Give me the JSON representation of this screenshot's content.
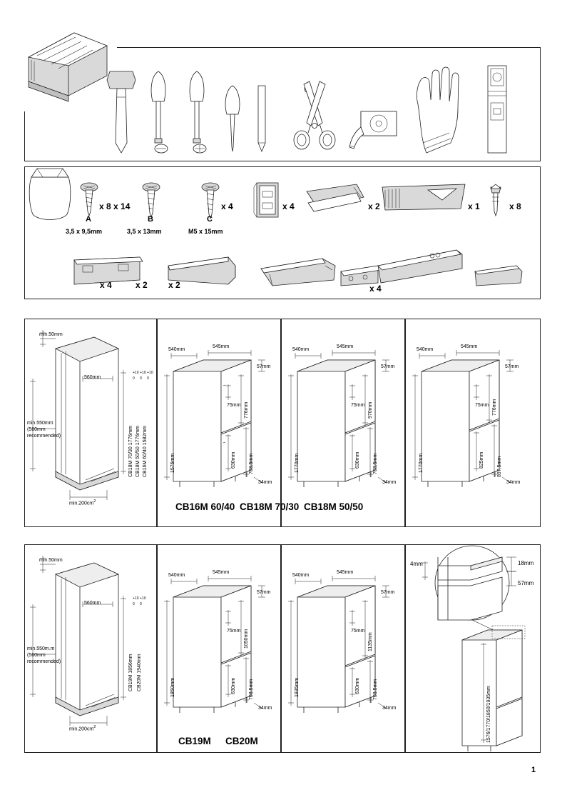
{
  "document": {
    "page_number": "1",
    "type": "appliance-installation-instruction-sheet"
  },
  "sections": {
    "tools": {
      "name": "tools-panel",
      "items": [
        {
          "name": "mallet",
          "label": ""
        },
        {
          "name": "flat-screwdriver",
          "label": ""
        },
        {
          "name": "phillips-screwdriver",
          "label": ""
        },
        {
          "name": "awl",
          "label": ""
        },
        {
          "name": "pencil",
          "label": ""
        },
        {
          "name": "scissors",
          "label": ""
        },
        {
          "name": "tape-measure",
          "label": ""
        },
        {
          "name": "protective-glove",
          "label": ""
        },
        {
          "name": "spirit-level",
          "label": ""
        },
        {
          "name": "template-tray",
          "label": ""
        }
      ]
    },
    "parts": {
      "name": "parts-panel",
      "rows": [
        [
          {
            "name": "parts-bag",
            "qty": "",
            "letter": "",
            "spec": ""
          },
          {
            "name": "screw-a",
            "qty": "x 8 x 14",
            "letter": "A",
            "spec": "3,5 x 9,5mm"
          },
          {
            "name": "screw-b",
            "qty": "",
            "letter": "B",
            "spec": "3,5 x 13mm"
          },
          {
            "name": "screw-c",
            "qty": "x 4",
            "letter": "C",
            "spec": "M5 x 15mm"
          },
          {
            "name": "bracket-plate",
            "qty": "x 4",
            "letter": "",
            "spec": ""
          },
          {
            "name": "hinge-cover",
            "qty": "x 2",
            "letter": "",
            "spec": ""
          },
          {
            "name": "seal-strip",
            "qty": "x 1",
            "letter": "",
            "spec": ""
          },
          {
            "name": "push-pin",
            "qty": "x 8",
            "letter": "",
            "spec": ""
          }
        ],
        [
          {
            "name": "rail-long",
            "qty": "x 4",
            "letter": "",
            "spec": ""
          },
          {
            "name": "rail-short-angle",
            "qty": "x 2",
            "letter": "",
            "spec": ""
          },
          {
            "name": "rail-flat",
            "qty": "x 2",
            "letter": "",
            "spec": ""
          },
          {
            "name": "slide-rail",
            "qty": "",
            "letter": "",
            "spec": ""
          },
          {
            "name": "bracket-small",
            "qty": "x 4",
            "letter": "",
            "spec": ""
          },
          {
            "name": "cover-cap",
            "qty": "",
            "letter": "",
            "spec": ""
          }
        ]
      ]
    },
    "row1": {
      "name": "niche-and-models-row-1",
      "niche": {
        "name": "niche-diagram-top",
        "labels": {
          "top_clearance": "min.50mm",
          "depth": "560mm",
          "side": "min.550mm\n(560mm\nrecommended)",
          "side_line1": "min.550mm",
          "side_line2": "(560mm",
          "side_line3": "recommended)",
          "vent": "min.200cm",
          "vent_sup": "2",
          "heights": [
            "CB18M 70/30 1776mm",
            "CB18M 50/50 1776mm",
            "CB16M 60/40 1582mm"
          ],
          "tolerance": "+10 / 0"
        }
      },
      "models": [
        {
          "name": "model-cb16m-60-40",
          "title": "CB16M 60/40",
          "dims": {
            "depth_top": "540mm",
            "width_top": "545mm",
            "top_gap": "57mm",
            "door_gap": "75mm",
            "upper_door": "776mm",
            "total_height": "1576mm",
            "lower_door": "630mm",
            "lower_block": "703,5mm",
            "plinth": "34mm"
          }
        },
        {
          "name": "model-cb18m-70-30",
          "title": "CB18M 70/30",
          "dims": {
            "depth_top": "540mm",
            "width_top": "545mm",
            "top_gap": "57mm",
            "door_gap": "75mm",
            "upper_door": "970mm",
            "total_height": "1770mm",
            "lower_door": "630mm",
            "lower_block": "703,5mm",
            "plinth": "34mm"
          }
        },
        {
          "name": "model-cb18m-50-50",
          "title": "CB18M 50/50",
          "dims": {
            "depth_top": "540mm",
            "width_top": "545mm",
            "top_gap": "57mm",
            "door_gap": "75mm",
            "upper_door": "776mm",
            "total_height": "1770mm",
            "lower_door": "825mm",
            "lower_block": "897,5mm",
            "plinth": "34mm"
          }
        }
      ]
    },
    "row2": {
      "name": "niche-and-models-row-2",
      "niche": {
        "name": "niche-diagram-bottom",
        "labels": {
          "top_clearance": "min.50mm",
          "depth": "560mm",
          "side_line1": "min.550m.m",
          "side_line2": "(560mm",
          "side_line3": "recommended)",
          "vent": "min.200cm",
          "vent_sup": "2",
          "heights": [
            "CB19M 1856mm",
            "CB20M 1940mm"
          ],
          "tolerance": "+10 / 0"
        }
      },
      "models": [
        {
          "name": "model-cb19m",
          "title": "CB19M",
          "dims": {
            "depth_top": "540mm",
            "width_top": "545mm",
            "top_gap": "57mm",
            "door_gap": "75mm",
            "upper_door": "1050mm",
            "total_height": "1850mm",
            "lower_door": "630mm",
            "lower_block": "703,5mm",
            "plinth": "34mm"
          }
        },
        {
          "name": "model-cb20m",
          "title": "CB20M",
          "dims": {
            "depth_top": "540mm",
            "width_top": "545mm",
            "top_gap": "57mm",
            "door_gap": "75mm",
            "upper_door": "1135mm",
            "total_height": "1935mm",
            "lower_door": "630mm",
            "lower_block": "703,5mm",
            "plinth": "34mm"
          }
        }
      ],
      "detail": {
        "name": "door-gap-detail",
        "labels": {
          "left_gap": "4mm",
          "top_panel": "18mm",
          "gap": "57mm",
          "overall_heights": "1576/1770/1850/1935mm"
        }
      }
    }
  }
}
